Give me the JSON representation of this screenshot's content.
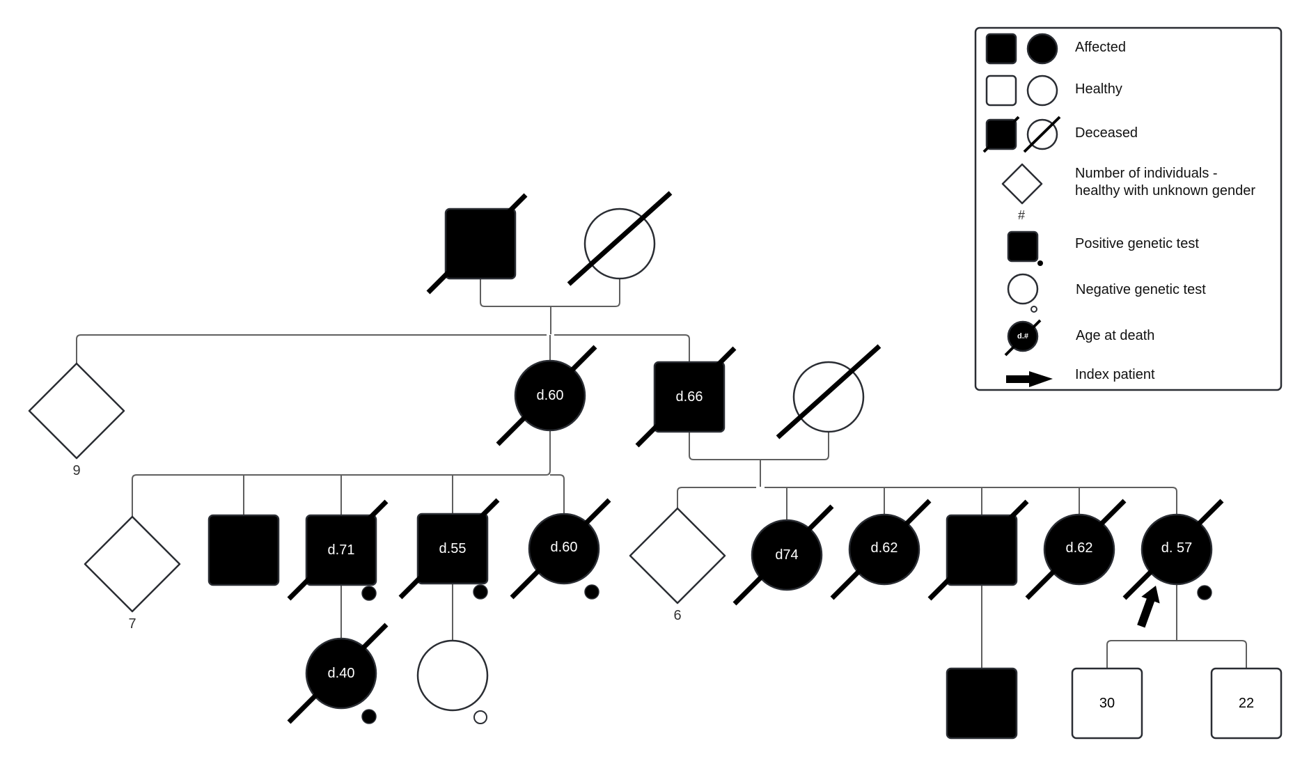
{
  "diagram": {
    "type": "pedigree",
    "colors": {
      "affected": "#000000",
      "healthy": "#ffffff",
      "line": "#5f5f5f",
      "outline": "#2a2d33"
    },
    "individuals": [
      {
        "id": "I-1",
        "generation": 1,
        "sex": "male",
        "affected": true,
        "deceased": true,
        "label": "",
        "test": null
      },
      {
        "id": "I-2",
        "generation": 1,
        "sex": "female",
        "affected": false,
        "deceased": true,
        "label": "",
        "test": null
      },
      {
        "id": "II-group",
        "generation": 2,
        "sex": "unknown",
        "affected": false,
        "deceased": false,
        "label": "",
        "count": "9",
        "test": null
      },
      {
        "id": "II-1",
        "generation": 2,
        "sex": "female",
        "affected": true,
        "deceased": true,
        "label": "d.60",
        "test": null
      },
      {
        "id": "II-2",
        "generation": 2,
        "sex": "male",
        "affected": true,
        "deceased": true,
        "label": "d.66",
        "test": null
      },
      {
        "id": "II-3",
        "generation": 2,
        "sex": "female",
        "affected": false,
        "deceased": true,
        "label": "",
        "test": null
      },
      {
        "id": "III-group-a",
        "generation": 3,
        "sex": "unknown",
        "affected": false,
        "deceased": false,
        "label": "",
        "count": "7",
        "test": null
      },
      {
        "id": "III-1",
        "generation": 3,
        "sex": "male",
        "affected": true,
        "deceased": false,
        "label": "",
        "test": null
      },
      {
        "id": "III-2",
        "generation": 3,
        "sex": "male",
        "affected": true,
        "deceased": true,
        "label": "d.71",
        "test": "positive"
      },
      {
        "id": "III-3",
        "generation": 3,
        "sex": "male",
        "affected": true,
        "deceased": true,
        "label": "d.55",
        "test": "positive"
      },
      {
        "id": "III-4",
        "generation": 3,
        "sex": "female",
        "affected": true,
        "deceased": true,
        "label": "d.60",
        "test": "positive"
      },
      {
        "id": "III-group-b",
        "generation": 3,
        "sex": "unknown",
        "affected": false,
        "deceased": false,
        "label": "",
        "count": "6",
        "test": null
      },
      {
        "id": "III-5",
        "generation": 3,
        "sex": "female",
        "affected": true,
        "deceased": true,
        "label": "d74",
        "test": null
      },
      {
        "id": "III-6",
        "generation": 3,
        "sex": "female",
        "affected": true,
        "deceased": true,
        "label": "d.62",
        "test": null
      },
      {
        "id": "III-7",
        "generation": 3,
        "sex": "male",
        "affected": true,
        "deceased": true,
        "label": "",
        "test": null
      },
      {
        "id": "III-8",
        "generation": 3,
        "sex": "female",
        "affected": true,
        "deceased": true,
        "label": "d.62",
        "test": null
      },
      {
        "id": "III-9",
        "generation": 3,
        "sex": "female",
        "affected": true,
        "deceased": true,
        "label": "d. 57",
        "test": "positive",
        "index_patient": true
      },
      {
        "id": "IV-1",
        "generation": 4,
        "sex": "female",
        "affected": true,
        "deceased": true,
        "label": "d.40",
        "test": "positive"
      },
      {
        "id": "IV-2",
        "generation": 4,
        "sex": "female",
        "affected": false,
        "deceased": false,
        "label": "",
        "test": "negative"
      },
      {
        "id": "IV-3",
        "generation": 4,
        "sex": "male",
        "affected": true,
        "deceased": false,
        "label": "",
        "test": null
      },
      {
        "id": "IV-4",
        "generation": 4,
        "sex": "male",
        "affected": false,
        "deceased": false,
        "label": "30",
        "test": null
      },
      {
        "id": "IV-5",
        "generation": 4,
        "sex": "male",
        "affected": false,
        "deceased": false,
        "label": "22",
        "test": null
      }
    ],
    "relationships": [
      {
        "couple": [
          "I-1",
          "I-2"
        ],
        "children": [
          "II-group",
          "II-1",
          "II-2"
        ]
      },
      {
        "parent": "II-1",
        "children": [
          "III-group-a",
          "III-1",
          "III-2",
          "III-3",
          "III-4"
        ]
      },
      {
        "couple": [
          "II-2",
          "II-3"
        ],
        "children": [
          "III-group-b",
          "III-5",
          "III-6",
          "III-7",
          "III-8",
          "III-9"
        ]
      },
      {
        "parent": "III-2",
        "children": [
          "IV-1"
        ]
      },
      {
        "parent": "III-3",
        "children": [
          "IV-2"
        ]
      },
      {
        "parent": "III-7",
        "children": [
          "IV-3"
        ]
      },
      {
        "parent": "III-9",
        "children": [
          "IV-4",
          "IV-5"
        ]
      }
    ]
  },
  "legend": {
    "items": [
      {
        "key": "affected",
        "label": "Affected",
        "icon": "affected-male-female-icon"
      },
      {
        "key": "healthy",
        "label": "Healthy",
        "icon": "healthy-male-female-icon"
      },
      {
        "key": "deceased",
        "label": "Deceased",
        "icon": "deceased-male-female-icon"
      },
      {
        "key": "group",
        "label_line1": "Number of individuals -",
        "label_line2": "healthy with unknown gender",
        "symbol_caption": "#",
        "icon": "diamond-icon"
      },
      {
        "key": "positive",
        "label": "Positive genetic test",
        "icon": "positive-test-icon"
      },
      {
        "key": "negative",
        "label": "Negative genetic test",
        "icon": "negative-test-icon"
      },
      {
        "key": "age_death",
        "label": "Age at death",
        "symbol_caption": "d.#",
        "icon": "age-at-death-icon"
      },
      {
        "key": "index",
        "label": "Index patient",
        "icon": "arrow-right-icon"
      }
    ]
  }
}
